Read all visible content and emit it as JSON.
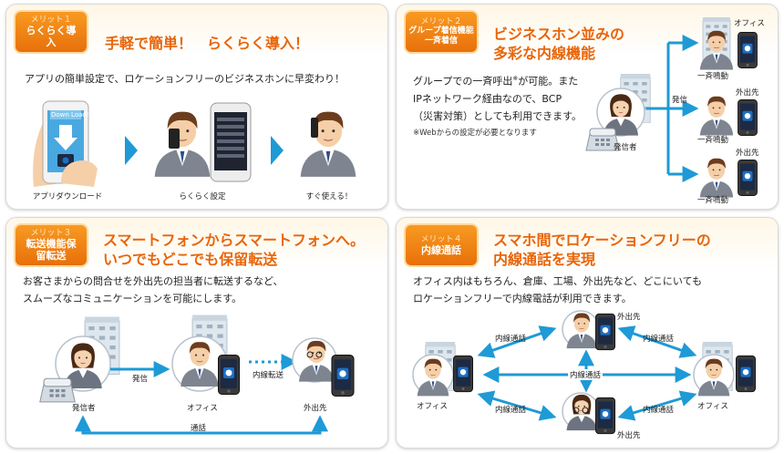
{
  "merit1": {
    "badge_no": "メリット１",
    "badge_name": "らくらく導入",
    "title": "手軽で簡単！　らくらく導入！",
    "desc": "アプリの簡単設定で、ロケーションフリーのビジネスホンに早変わり！",
    "phone_banner": "Down Load!",
    "steps": [
      "アプリダウンロード",
      "らくらく設定",
      "すぐ使える！"
    ]
  },
  "merit2": {
    "badge_no": "メリット２",
    "badge_name": "グループ着信機能一斉着信",
    "title_lines": [
      "ビジネスホン並みの",
      "多彩な内線機能"
    ],
    "desc_lines": [
      "グループでの一斉呼出",
      "※",
      "が可能。また",
      "IPネットワーク経由なので、BCP",
      "（災害対策）としても利用できます。"
    ],
    "note": "※Webからの設定が必要となります",
    "labels": {
      "caller": "発信者",
      "send": "発信",
      "office": "オフィス",
      "away1": "外出先",
      "away2": "外出先",
      "ring1": "一斉鳴動",
      "ring2": "一斉鳴動",
      "ring3": "一斉鳴動"
    }
  },
  "merit3": {
    "badge_no": "メリット３",
    "badge_name": "転送機能保留転送",
    "title_lines": [
      "スマートフォンからスマートフォンへ。",
      "いつでもどこでも保留転送"
    ],
    "desc_lines": [
      "お客さまからの問合せを外出先の担当者に転送するなど、",
      "スムーズなコミュニケーションを可能にします。"
    ],
    "labels": {
      "caller": "発信者",
      "send": "発信",
      "office": "オフィス",
      "transfer": "内線転送",
      "away": "外出先",
      "talk": "通話"
    }
  },
  "merit4": {
    "badge_no": "メリット４",
    "badge_name": "内線通話",
    "title_lines": [
      "スマホ間でロケーションフリーの",
      "内線通話を実現"
    ],
    "desc_lines": [
      "オフィス内はもちろん、倉庫、工場、外出先など、どこにいても",
      "ロケーションフリーで内線電話が利用できます。"
    ],
    "labels": {
      "office_left": "オフィス",
      "office_right": "オフィス",
      "away_top": "外出先",
      "away_bottom": "外出先",
      "call": "内線通話"
    }
  },
  "colors": {
    "accent": "#e8650a",
    "badge": "#f08a1c",
    "arrow": "#1e9ad6"
  }
}
